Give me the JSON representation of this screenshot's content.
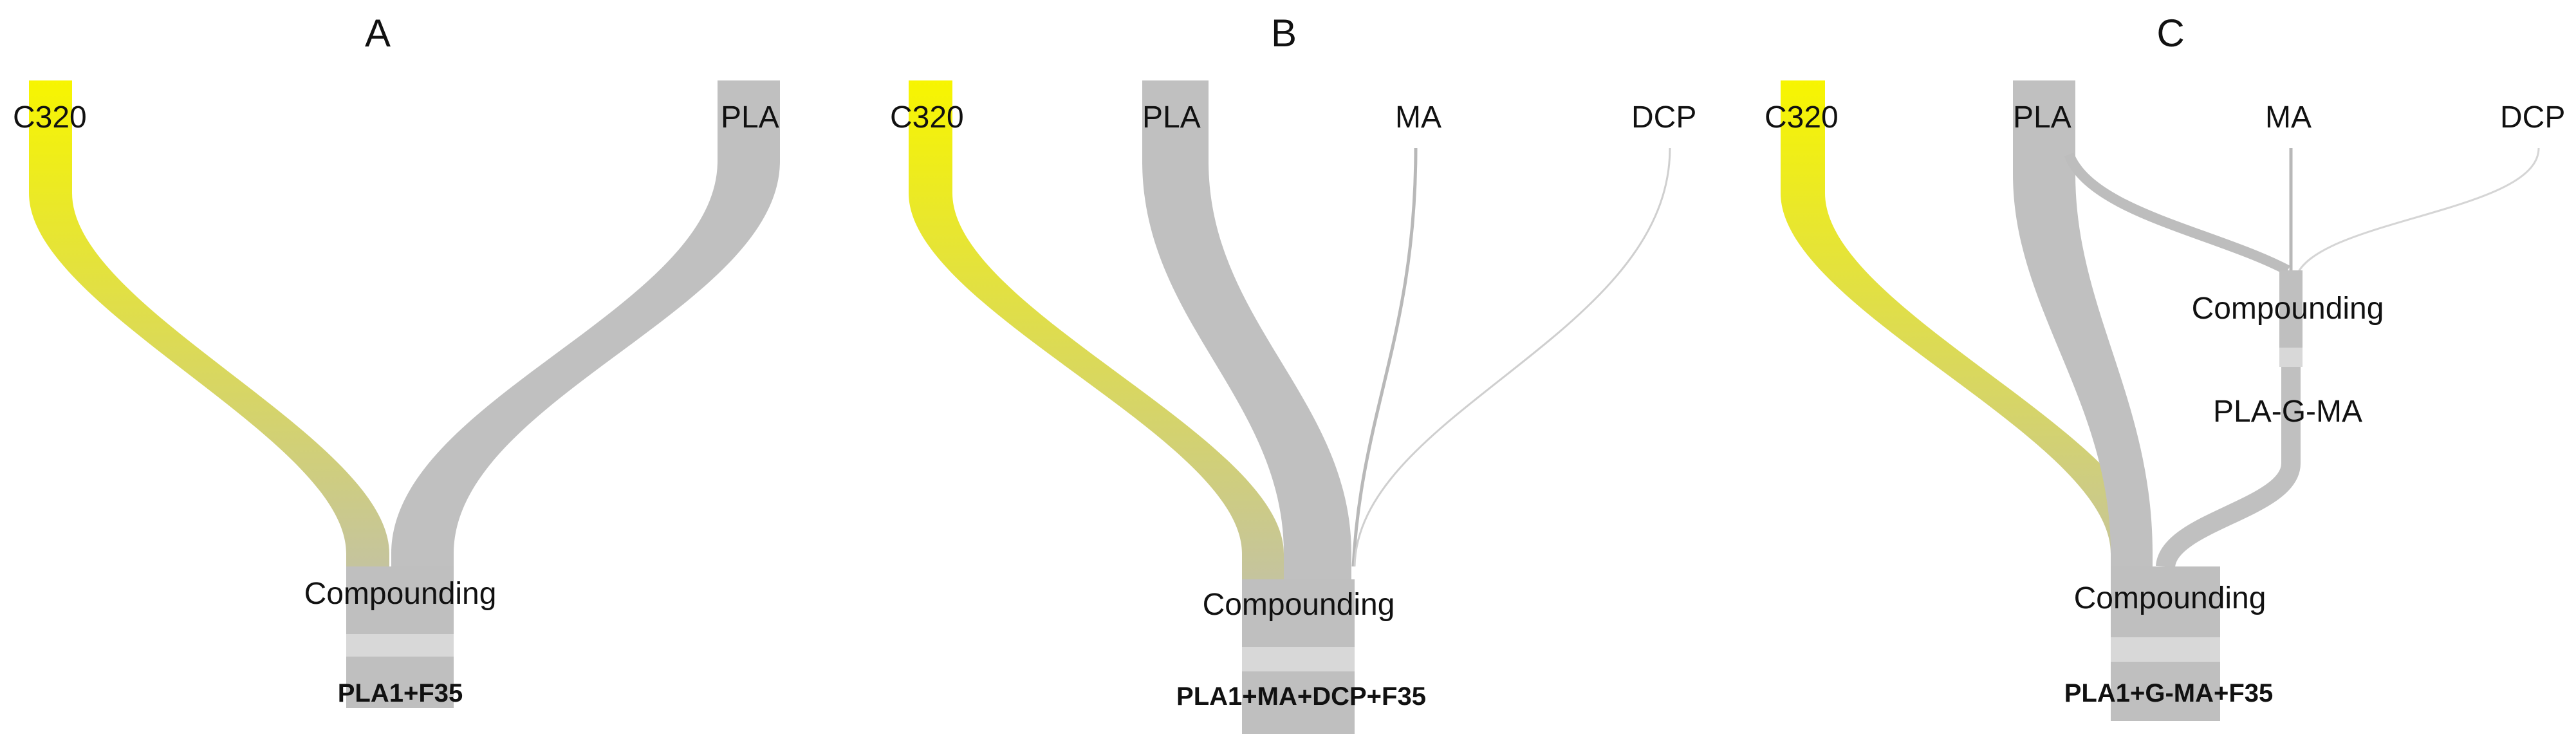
{
  "colors": {
    "c320": "#f7f500",
    "c320_end": "#c4c3a0",
    "flow_gray": "#c0c0c0",
    "node_gray": "#bfbfbf",
    "node_band_light": "#d8d8d8",
    "text": "#111111"
  },
  "panels": [
    {
      "title": "A",
      "sources": [
        "C320",
        "PLA"
      ],
      "process_node": "Compounding",
      "product": "PLA1+F35"
    },
    {
      "title": "B",
      "sources": [
        "C320",
        "PLA",
        "MA",
        "DCP"
      ],
      "process_node": "Compounding",
      "product": "PLA1+MA+DCP+F35"
    },
    {
      "title": "C",
      "sources": [
        "C320",
        "PLA",
        "MA",
        "DCP"
      ],
      "intermediate_process": "Compounding",
      "intermediate_product": "PLA-G-MA",
      "process_node": "Compounding",
      "product": "PLA1+G-MA+F35"
    }
  ]
}
